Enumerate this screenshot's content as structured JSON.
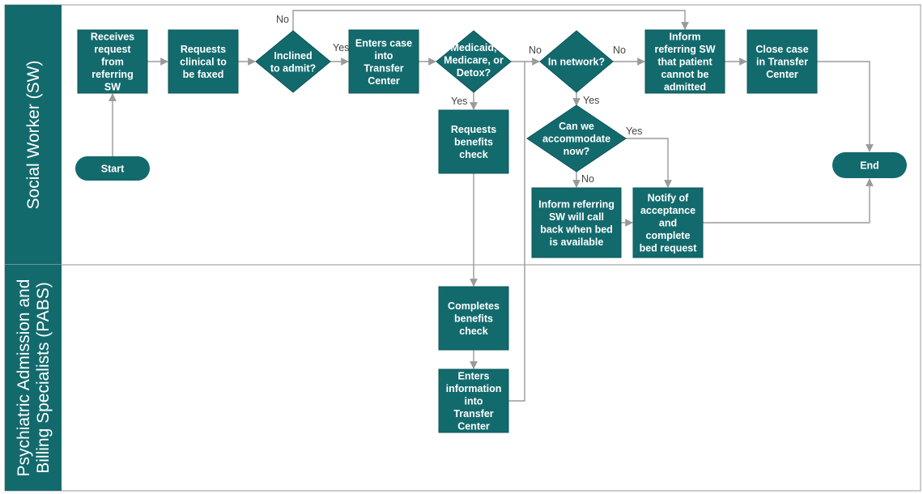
{
  "colors": {
    "node": "#136a6d",
    "lane_header": "#136a6d",
    "edge": "#9a9a9a",
    "lane_border": "#aaaaaa"
  },
  "lanes": [
    {
      "id": "sw",
      "lines": [
        "Social Worker (SW)"
      ]
    },
    {
      "id": "pabs",
      "lines": [
        "Psychiatric Admission and",
        "Billing Specialists (PABS)"
      ]
    }
  ],
  "nodes": {
    "start": {
      "shape": "terminator",
      "lines": [
        "Start"
      ]
    },
    "receives": {
      "shape": "process",
      "lines": [
        "Receives",
        "request",
        "from",
        "referring",
        "SW"
      ]
    },
    "requests_clinical": {
      "shape": "process",
      "lines": [
        "Requests",
        "clinical to",
        "be faxed"
      ]
    },
    "inclined": {
      "shape": "decision",
      "lines": [
        "Inclined",
        "to admit?"
      ]
    },
    "enters_case": {
      "shape": "process",
      "lines": [
        "Enters case",
        "into",
        "Transfer",
        "Center"
      ]
    },
    "medicaid": {
      "shape": "decision",
      "lines": [
        "Medicaid,",
        "Medicare, or",
        "Detox?"
      ]
    },
    "requests_benefits": {
      "shape": "process",
      "lines": [
        "Requests",
        "benefits",
        "check"
      ]
    },
    "in_network": {
      "shape": "decision",
      "lines": [
        "In network?"
      ]
    },
    "inform_cannot": {
      "shape": "process",
      "lines": [
        "Inform",
        "referring SW",
        "that patient",
        "cannot be",
        "admitted"
      ]
    },
    "close_case": {
      "shape": "process",
      "lines": [
        "Close case",
        "in Transfer",
        "Center"
      ]
    },
    "end": {
      "shape": "terminator",
      "lines": [
        "End"
      ]
    },
    "accommodate": {
      "shape": "decision",
      "lines": [
        "Can we",
        "accommodate",
        "now?"
      ]
    },
    "inform_callback": {
      "shape": "process",
      "lines": [
        "Inform referring",
        "SW will call",
        "back when bed",
        "is available"
      ]
    },
    "notify": {
      "shape": "process",
      "lines": [
        "Notify of",
        "acceptance",
        "and",
        "complete",
        "bed request"
      ]
    },
    "completes_benefits": {
      "shape": "process",
      "lines": [
        "Completes",
        "benefits",
        "check"
      ]
    },
    "enters_info": {
      "shape": "process",
      "lines": [
        "Enters",
        "information",
        "into",
        "Transfer",
        "Center"
      ]
    }
  },
  "edges": [
    {
      "id": "start-receives",
      "from": "start",
      "to": "receives",
      "label": ""
    },
    {
      "id": "receives-requests",
      "from": "receives",
      "to": "requests_clinical",
      "label": ""
    },
    {
      "id": "requests-inclined",
      "from": "requests_clinical",
      "to": "inclined",
      "label": ""
    },
    {
      "id": "inclined-enters",
      "from": "inclined",
      "to": "enters_case",
      "label": "Yes"
    },
    {
      "id": "inclined-inform",
      "from": "inclined",
      "to": "inform_cannot",
      "label": "No"
    },
    {
      "id": "enters-medicaid",
      "from": "enters_case",
      "to": "medicaid",
      "label": ""
    },
    {
      "id": "medicaid-benefits",
      "from": "medicaid",
      "to": "requests_benefits",
      "label": "Yes"
    },
    {
      "id": "medicaid-network",
      "from": "medicaid",
      "to": "in_network",
      "label": "No"
    },
    {
      "id": "benefits-completes",
      "from": "requests_benefits",
      "to": "completes_benefits",
      "label": ""
    },
    {
      "id": "completes-enters",
      "from": "completes_benefits",
      "to": "enters_info",
      "label": ""
    },
    {
      "id": "enters-network",
      "from": "enters_info",
      "to": "in_network",
      "label": ""
    },
    {
      "id": "network-inform",
      "from": "in_network",
      "to": "inform_cannot",
      "label": "No"
    },
    {
      "id": "network-accommodate",
      "from": "in_network",
      "to": "accommodate",
      "label": "Yes"
    },
    {
      "id": "inform-close",
      "from": "inform_cannot",
      "to": "close_case",
      "label": ""
    },
    {
      "id": "close-end",
      "from": "close_case",
      "to": "end",
      "label": ""
    },
    {
      "id": "accommodate-callback",
      "from": "accommodate",
      "to": "inform_callback",
      "label": "No"
    },
    {
      "id": "accommodate-notify",
      "from": "accommodate",
      "to": "notify",
      "label": "Yes"
    },
    {
      "id": "callback-notify",
      "from": "inform_callback",
      "to": "notify",
      "label": ""
    },
    {
      "id": "notify-end",
      "from": "notify",
      "to": "end",
      "label": ""
    }
  ]
}
